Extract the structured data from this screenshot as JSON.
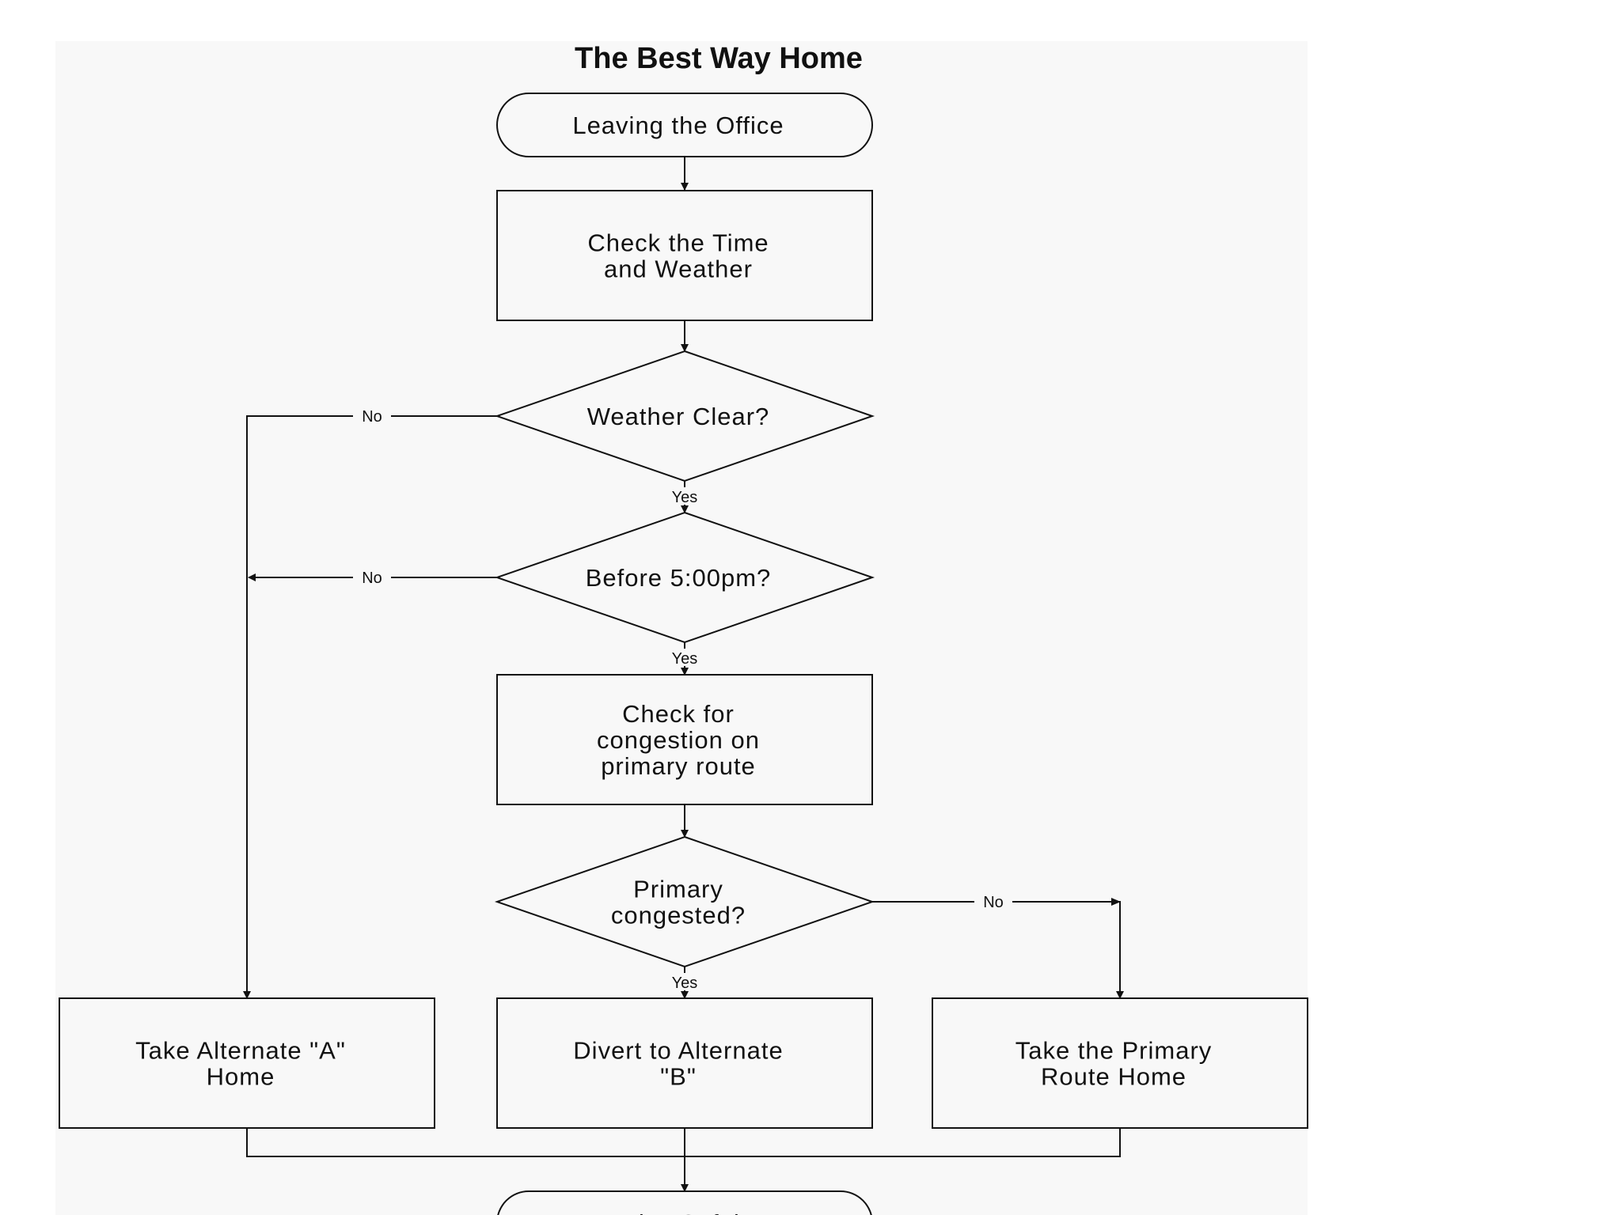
{
  "diagram": {
    "title": "The Best Way Home",
    "nodes": {
      "start": {
        "shape": "terminal",
        "lines": [
          "Leaving the Office"
        ]
      },
      "check_time": {
        "shape": "process",
        "lines": [
          "Check the Time",
          "and Weather"
        ]
      },
      "weather_clear": {
        "shape": "decision",
        "lines": [
          "Weather Clear?"
        ]
      },
      "before_5": {
        "shape": "decision",
        "lines": [
          "Before 5:00pm?"
        ]
      },
      "check_congestion": {
        "shape": "process",
        "lines": [
          "Check for",
          "congestion on",
          "primary route"
        ]
      },
      "primary_congested": {
        "shape": "decision",
        "lines": [
          "Primary",
          "congested?"
        ]
      },
      "alt_a": {
        "shape": "process",
        "lines": [
          "Take Alternate \"A\"",
          "Home"
        ]
      },
      "alt_b": {
        "shape": "process",
        "lines": [
          "Divert to Alternate",
          "\"B\""
        ]
      },
      "primary_route": {
        "shape": "process",
        "lines": [
          "Take the Primary",
          "Route Home"
        ]
      },
      "arrive": {
        "shape": "terminal",
        "lines": [
          "Arrive Safely"
        ]
      }
    },
    "edges": [
      {
        "from": "start",
        "to": "check_time",
        "label": ""
      },
      {
        "from": "check_time",
        "to": "weather_clear",
        "label": ""
      },
      {
        "from": "weather_clear",
        "to": "alt_a",
        "label": "No"
      },
      {
        "from": "weather_clear",
        "to": "before_5",
        "label": "Yes"
      },
      {
        "from": "before_5",
        "to": "alt_a",
        "label": "No"
      },
      {
        "from": "before_5",
        "to": "check_congestion",
        "label": "Yes"
      },
      {
        "from": "check_congestion",
        "to": "primary_congested",
        "label": ""
      },
      {
        "from": "primary_congested",
        "to": "primary_route",
        "label": "No"
      },
      {
        "from": "primary_congested",
        "to": "alt_b",
        "label": "Yes"
      },
      {
        "from": "alt_a",
        "to": "arrive",
        "label": ""
      },
      {
        "from": "alt_b",
        "to": "arrive",
        "label": ""
      },
      {
        "from": "primary_route",
        "to": "arrive",
        "label": ""
      }
    ]
  },
  "colors": {
    "panel": "#f8f8f8",
    "stroke": "#111111",
    "text": "#111111"
  }
}
